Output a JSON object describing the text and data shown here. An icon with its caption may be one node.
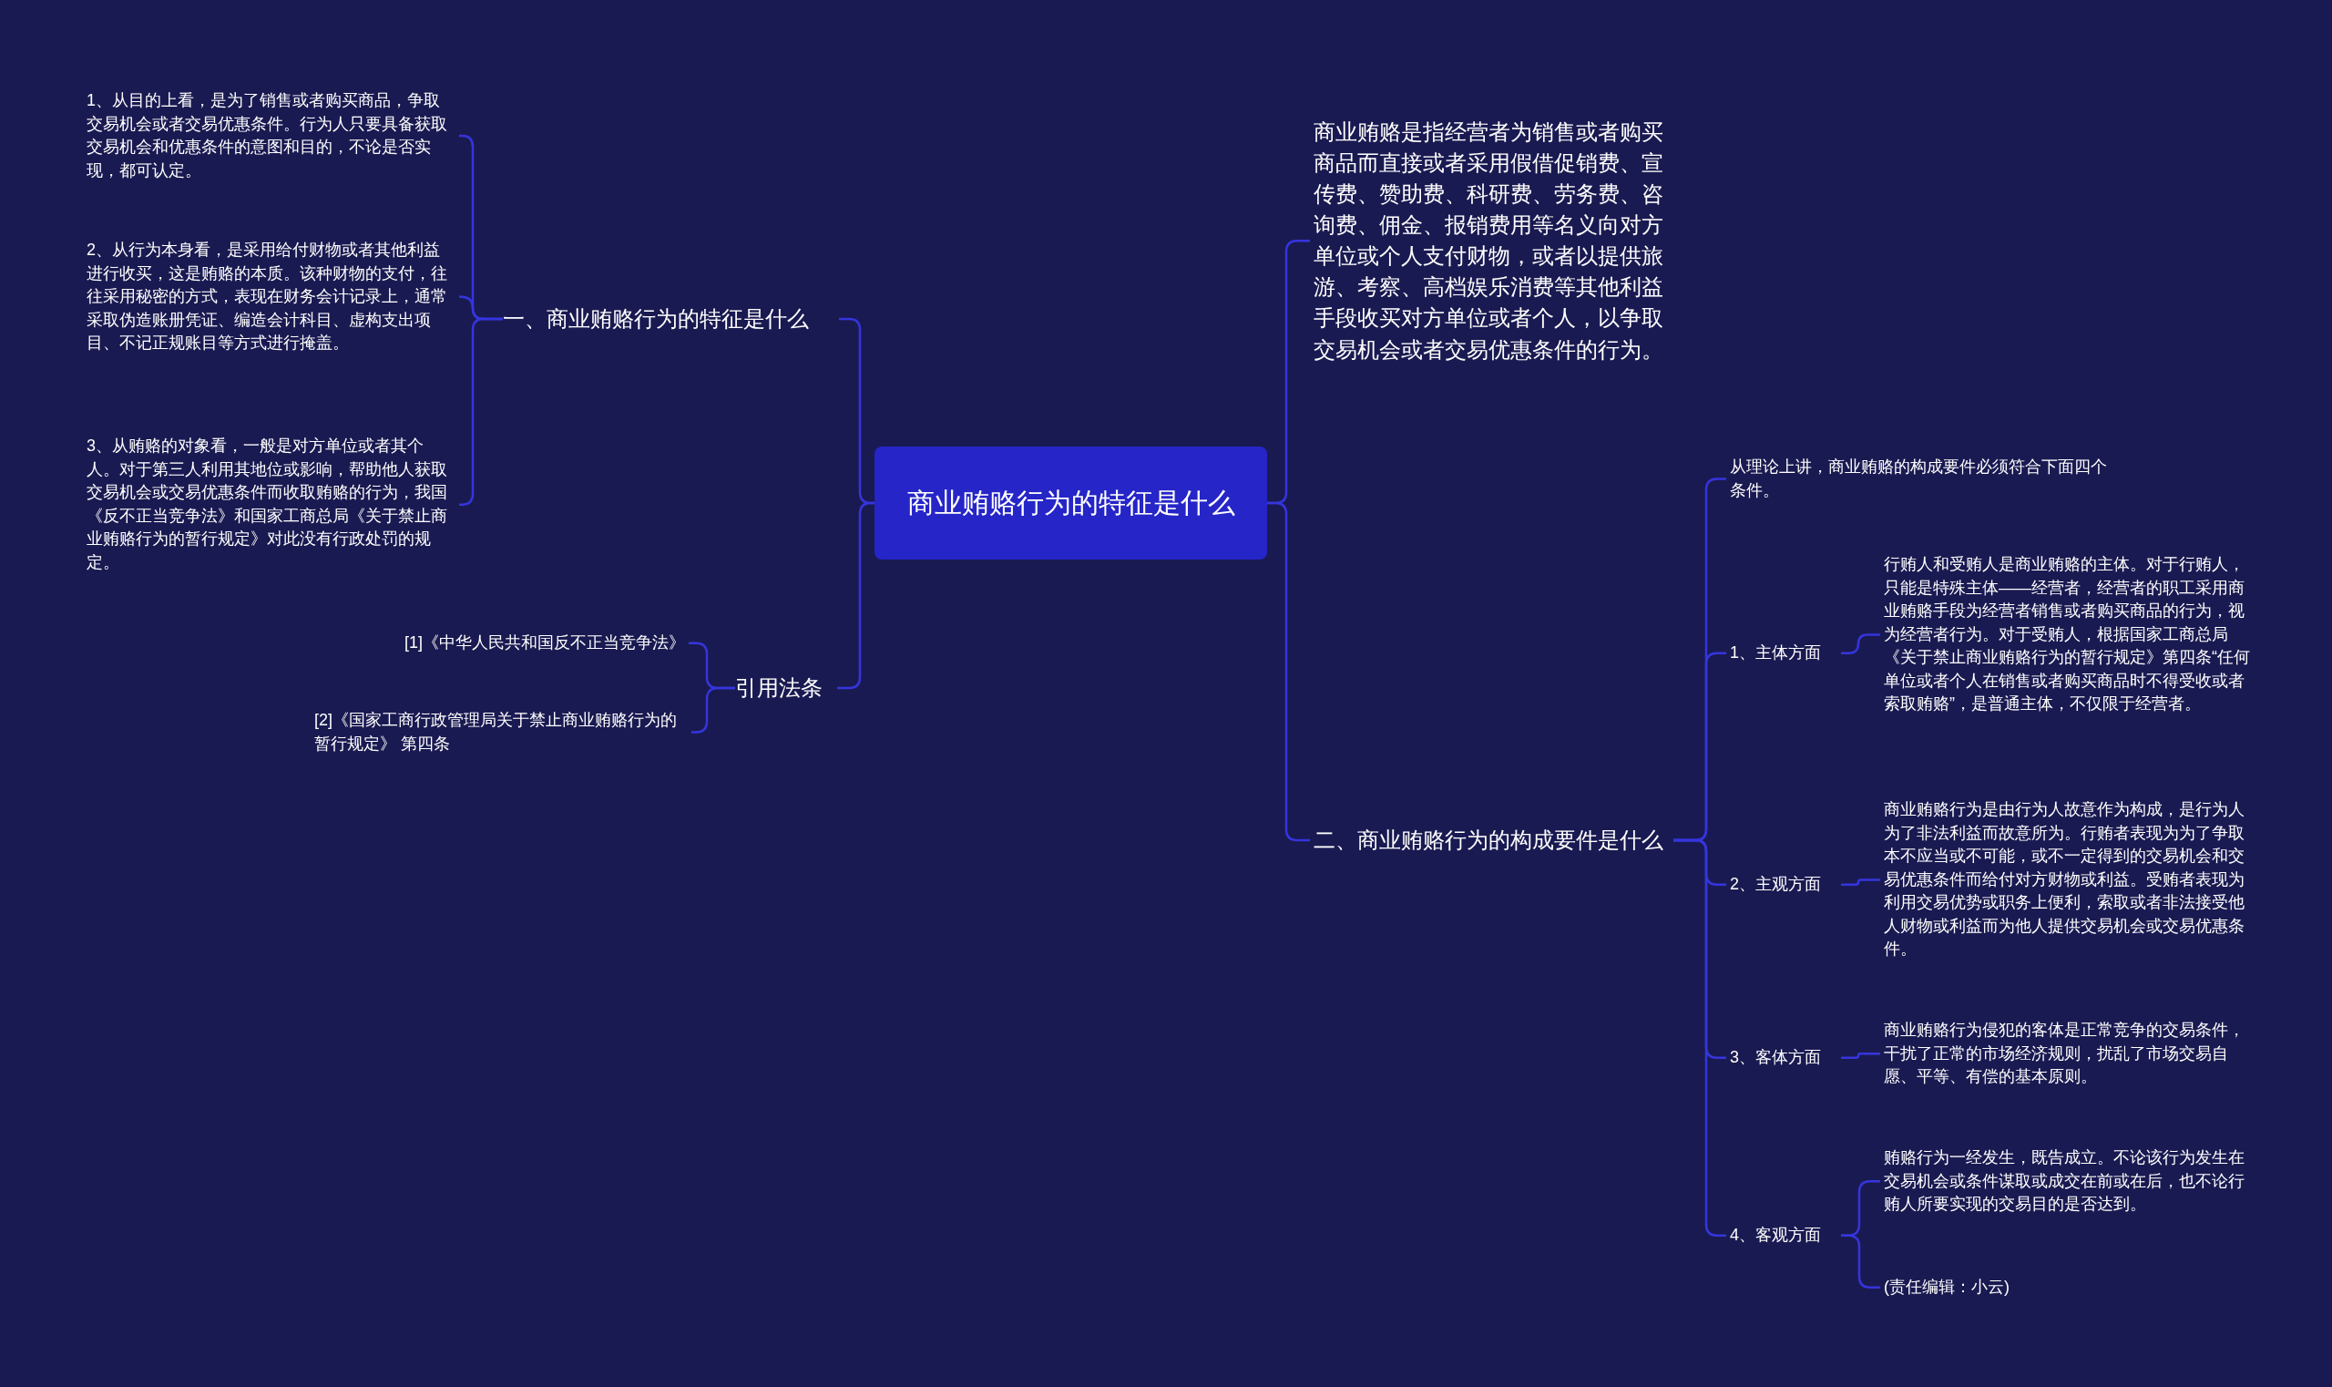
{
  "diagram": {
    "nodes": [
      {
        "text": [
          "商业贿赂行为的特征是什么"
        ]
      },
      {
        "text": [
          "一、商业贿赂行为的特征是什么"
        ]
      },
      {
        "text": [
          "1、从目的上看，是为了销售或者购买商品，争取交易机会或者交易优惠条件。行为人只要具备获取交易机会和优惠条件的意图和目的，不论是否实现，都可认定。"
        ]
      },
      {
        "text": [
          "2、从行为本身看，是采用给付财物或者其他利益进行收买，这是贿赂的本质。该种财物的支付，往往采用秘密的方式，表现在财务会计记录上，通常采取伪造账册凭证、编造会计科目、虚构支出项目、不记正规账目等方式进行掩盖。"
        ]
      },
      {
        "text": [
          "3、从贿赂的对象看，一般是对方单位或者其个人。对于第三人利用其地位或影响，帮助他人获取交易机会或交易优惠条件而收取贿赂的行为，我国《反不正当竞争法》和国家工商总局《关于禁止商业贿赂行为的暂行规定》对此没有行政处罚的规定。"
        ]
      },
      {
        "text": [
          "引用法条"
        ]
      },
      {
        "text": [
          "[1]《中华人民共和国反不正当竞争法》"
        ]
      },
      {
        "text": [
          "[2]《国家工商行政管理局关于禁止商业贿赂行为的暂行规定》 第四条"
        ]
      },
      {
        "text": [
          "商业贿赂是指经营者为销售或者购买商品而直接或者采用假借促销费、宣传费、赞助费、科研费、劳务费、咨询费、佣金、报销费用等名义向对方单位或个人支付财物，或者以提供旅游、考察、高档娱乐消费等其他利益手段收买对方单位或者个人，以争取交易机会或者交易优惠条件的行为。"
        ]
      },
      {
        "text": [
          "二、商业贿赂行为的构成要件是什么"
        ]
      },
      {
        "text": [
          "从理论上讲，商业贿赂的构成要件必须符合下面四个条件。"
        ]
      },
      {
        "text": [
          "1、主体方面"
        ]
      },
      {
        "text": [
          "行贿人和受贿人是商业贿赂的主体。对于行贿人，只能是特殊主体——经营者，经营者的职工采用商业贿赂手段为经营者销售或者购买商品的行为，视为经营者行为。对于受贿人，根据国家工商总局《关于禁止商业贿赂行为的暂行规定》第四条“任何单位或者个人在销售或者购买商品时不得受收或者索取贿赂”，是普通主体，不仅限于经营者。"
        ]
      },
      {
        "text": [
          "2、主观方面"
        ]
      },
      {
        "text": [
          "商业贿赂行为是由行为人故意作为构成，是行为人为了非法利益而故意所为。行贿者表现为为了争取本不应当或不可能，或不一定得到的交易机会和交易优惠条件而给付对方财物或利益。受贿者表现为利用交易优势或职务上便利，索取或者非法接受他人财物或利益而为他人提供交易机会或交易优惠条件。"
        ]
      },
      {
        "text": [
          "3、客体方面"
        ]
      },
      {
        "text": [
          "商业贿赂行为侵犯的客体是正常竞争的交易条件，干扰了正常的市场经济规则，扰乱了市场交易自愿、平等、有偿的基本原则。"
        ]
      },
      {
        "text": [
          "4、客观方面"
        ]
      },
      {
        "text": [
          "贿赂行为一经发生，既告成立。不论该行为发生在交易机会或条件谋取或成交在前或在后，也不论行贿人所要实现的交易目的是否达到。"
        ]
      },
      {
        "text": [
          "(责任编辑：小云)"
        ]
      }
    ],
    "edges": [
      {
        "from": 0,
        "to": 1,
        "arrow": "none"
      },
      {
        "from": 1,
        "to": 2,
        "arrow": "none"
      },
      {
        "from": 1,
        "to": 3,
        "arrow": "none"
      },
      {
        "from": 1,
        "to": 4,
        "arrow": "none"
      },
      {
        "from": 0,
        "to": 5,
        "arrow": "none"
      },
      {
        "from": 5,
        "to": 6,
        "arrow": "none"
      },
      {
        "from": 5,
        "to": 7,
        "arrow": "none"
      },
      {
        "from": 0,
        "to": 8,
        "arrow": "none"
      },
      {
        "from": 0,
        "to": 9,
        "arrow": "none"
      },
      {
        "from": 9,
        "to": 10,
        "arrow": "none"
      },
      {
        "from": 9,
        "to": 11,
        "arrow": "none"
      },
      {
        "from": 11,
        "to": 12,
        "arrow": "none"
      },
      {
        "from": 9,
        "to": 13,
        "arrow": "none"
      },
      {
        "from": 13,
        "to": 14,
        "arrow": "none"
      },
      {
        "from": 9,
        "to": 15,
        "arrow": "none"
      },
      {
        "from": 15,
        "to": 16,
        "arrow": "none"
      },
      {
        "from": 9,
        "to": 17,
        "arrow": "none"
      },
      {
        "from": 17,
        "to": 18,
        "arrow": "none"
      },
      {
        "from": 17,
        "to": 19,
        "arrow": "none"
      }
    ]
  }
}
